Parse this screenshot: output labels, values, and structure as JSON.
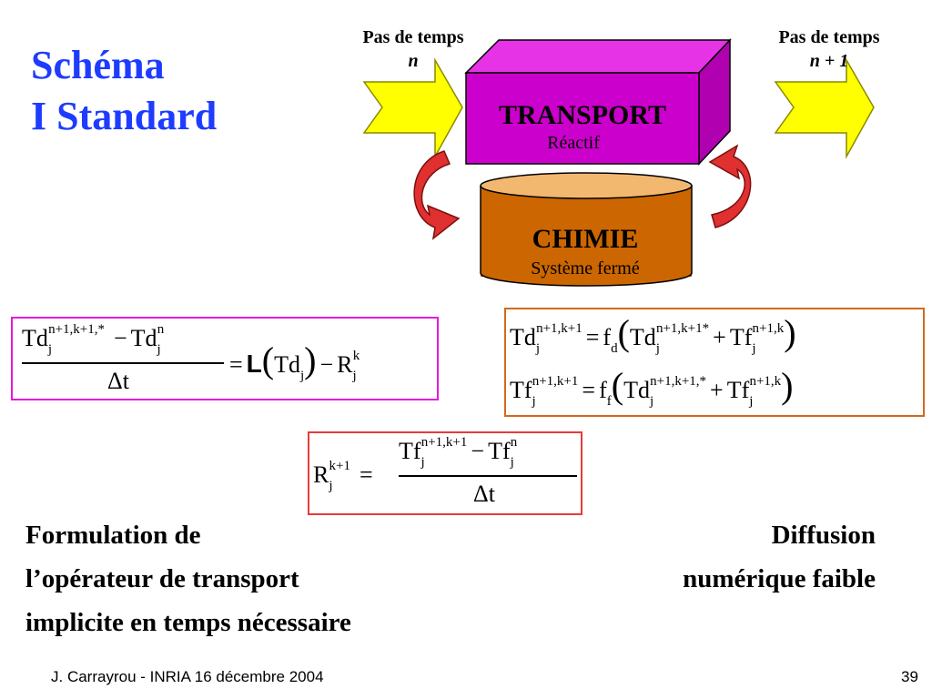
{
  "slide": {
    "title_line1": "Schéma",
    "title_line2": "I Standard",
    "slide_number": "39",
    "footer": "J. Carrayrou  -  INRIA 16 décembre 2004"
  },
  "diagram": {
    "step_n": {
      "label": "Pas de temps",
      "index": "n"
    },
    "step_n1": {
      "label": "Pas de temps",
      "index": "n + 1"
    },
    "transport": {
      "title": "TRANSPORT",
      "subtitle": "Réactif"
    },
    "chimie": {
      "title": "CHIMIE",
      "subtitle": "Système fermé"
    },
    "colors": {
      "title": "#1e3cff",
      "arrow_fill": "#ffff00",
      "transport_fill": "#cc00cc",
      "chimie_fill": "#cc6600",
      "curved_arrow": "#e03030",
      "box_magenta": "#e619d9",
      "box_orange": "#d2691e",
      "box_red": "#e83a3a"
    }
  },
  "equations": {
    "eq1": {
      "lhs_num_a": "Td",
      "lhs_num_a_sup": "n+1,k+1,*",
      "lhs_num_a_sub": "j",
      "minus": "−",
      "lhs_num_b": "Td",
      "lhs_num_b_sup": "n",
      "lhs_num_b_sub": "j",
      "denominator": "Δt",
      "equals": "=",
      "operator": "L",
      "arg": "Td",
      "arg_sub": "j",
      "minus2": "−",
      "rhs_R": "R",
      "rhs_R_sup": "k",
      "rhs_R_sub": "j"
    },
    "eq2": {
      "a": "Td",
      "a_sup": "n+1,k+1",
      "a_sub": "j",
      "equals": "=",
      "f": "f",
      "f_sub": "d",
      "b": "Td",
      "b_sup": "n+1,k+1*",
      "b_sub": "j",
      "plus": "+",
      "c": "Tf",
      "c_sup": "n+1,k",
      "c_sub": "j"
    },
    "eq3": {
      "a": "Tf",
      "a_sup": "n+1,k+1",
      "a_sub": "j",
      "equals": "=",
      "f": "f",
      "f_sub": "f",
      "b": "Td",
      "b_sup": "n+1,k+1,*",
      "b_sub": "j",
      "plus": "+",
      "c": "Tf",
      "c_sup": "n+1,k",
      "c_sub": "j"
    },
    "eq4": {
      "lhs": "R",
      "lhs_sup": "k+1",
      "lhs_sub": "j",
      "equals": "=",
      "num_a": "Tf",
      "num_a_sup": "n+1,k+1",
      "num_a_sub": "j",
      "minus": "−",
      "num_b": "Tf",
      "num_b_sup": "n",
      "num_b_sub": "j",
      "denominator": "Δt"
    }
  },
  "notes": {
    "left_line1": "Formulation de",
    "left_line2": "l’opérateur de transport",
    "left_line3": "implicite en temps nécessaire",
    "right_line1": "Diffusion",
    "right_line2": "numérique faible"
  }
}
